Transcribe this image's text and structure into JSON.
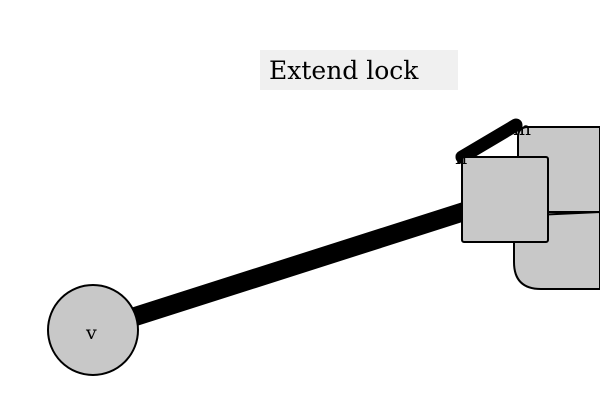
{
  "title": "Extend lock",
  "nodes": {
    "v": {
      "label": "v",
      "shape": "circle"
    },
    "n": {
      "label": "n",
      "shape": "square"
    },
    "m": {
      "label": "m",
      "shape": "rounded-rect"
    }
  },
  "edges": [
    {
      "from": "v",
      "to": "n",
      "style": "thick"
    },
    {
      "from": "n",
      "to": "m",
      "style": "medium"
    }
  ],
  "colors": {
    "node_fill": "#c8c8c8",
    "stroke": "#000000",
    "title_background": "#f0f0f0",
    "background": "#ffffff"
  }
}
